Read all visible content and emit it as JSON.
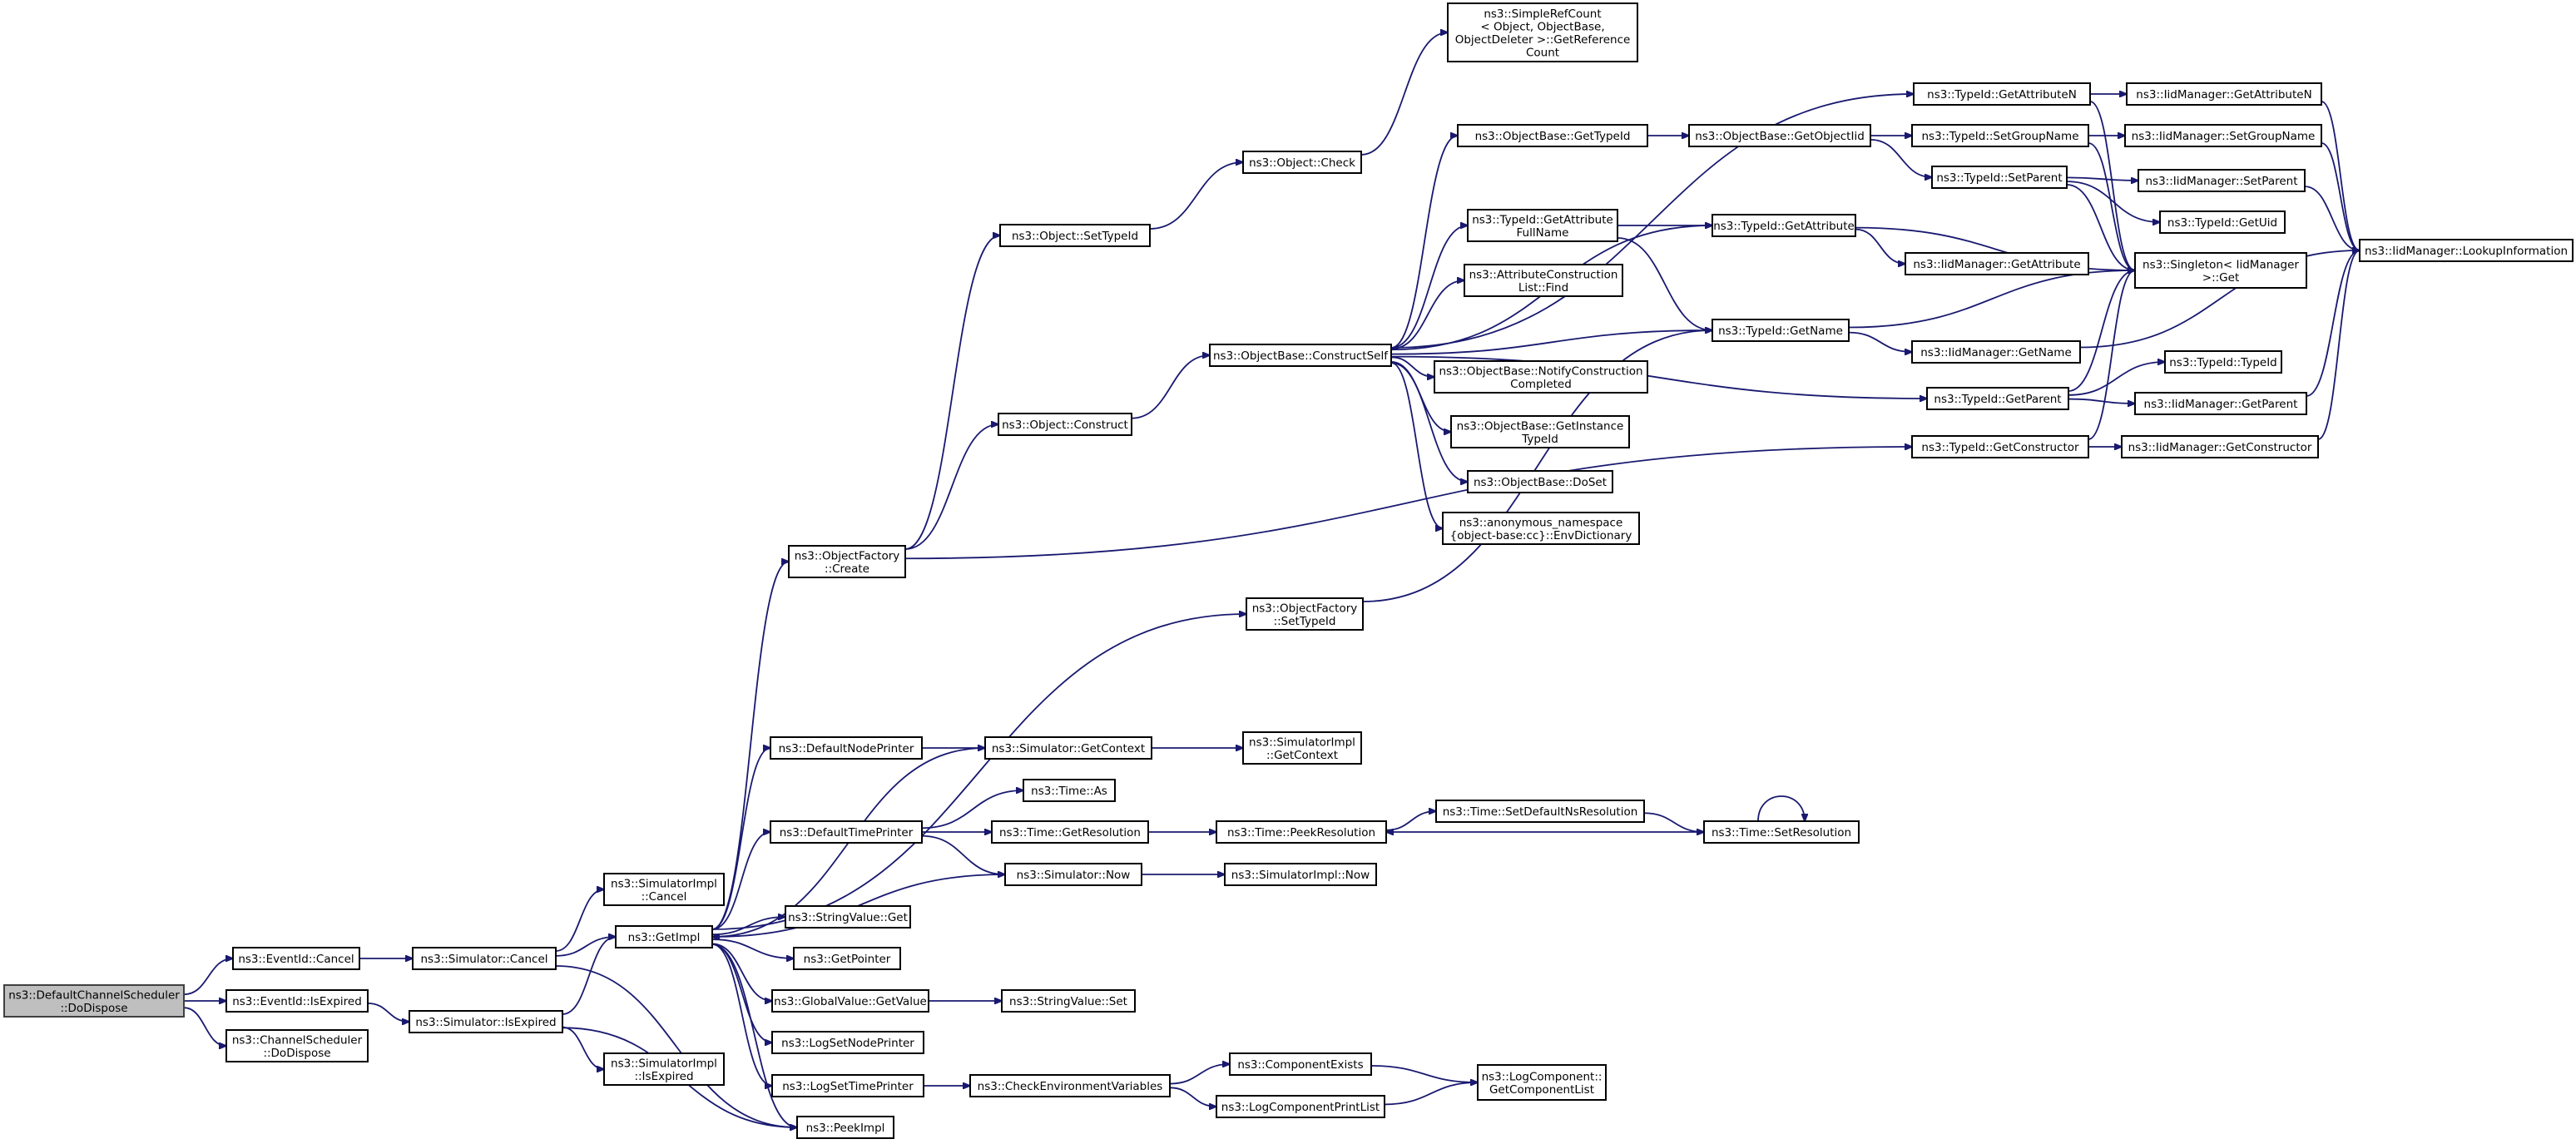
{
  "diagram": {
    "type": "call-graph",
    "colors": {
      "edge": "#191970",
      "node_border": "#000000",
      "root_fill": "#bfbfbf",
      "node_fill": "#ffffff"
    },
    "nodes": [
      {
        "id": "root",
        "lines": [
          "ns3::DefaultChannelScheduler",
          "::DoDispose"
        ],
        "root": true
      },
      {
        "id": "eventid_cancel",
        "lines": [
          "ns3::EventId::Cancel"
        ]
      },
      {
        "id": "eventid_isexpired",
        "lines": [
          "ns3::EventId::IsExpired"
        ]
      },
      {
        "id": "chsched_dodispose",
        "lines": [
          "ns3::ChannelScheduler",
          "::DoDispose"
        ]
      },
      {
        "id": "sim_cancel",
        "lines": [
          "ns3::Simulator::Cancel"
        ]
      },
      {
        "id": "sim_isexpired",
        "lines": [
          "ns3::Simulator::IsExpired"
        ]
      },
      {
        "id": "simimpl_cancel",
        "lines": [
          "ns3::SimulatorImpl",
          "::Cancel"
        ]
      },
      {
        "id": "getimpl",
        "lines": [
          "ns3::GetImpl"
        ]
      },
      {
        "id": "simimpl_isexpired",
        "lines": [
          "ns3::SimulatorImpl",
          "::IsExpired"
        ]
      },
      {
        "id": "peekimpl",
        "lines": [
          "ns3::PeekImpl"
        ]
      },
      {
        "id": "objfactory_create",
        "lines": [
          "ns3::ObjectFactory",
          "::Create"
        ]
      },
      {
        "id": "defaultnodeprinter",
        "lines": [
          "ns3::DefaultNodePrinter"
        ]
      },
      {
        "id": "defaulttimeprinter",
        "lines": [
          "ns3::DefaultTimePrinter"
        ]
      },
      {
        "id": "stringvalue_get",
        "lines": [
          "ns3::StringValue::Get"
        ]
      },
      {
        "id": "getpointer",
        "lines": [
          "ns3::GetPointer"
        ]
      },
      {
        "id": "globalvalue_getvalue",
        "lines": [
          "ns3::GlobalValue::GetValue"
        ]
      },
      {
        "id": "logsetnodeprinter",
        "lines": [
          "ns3::LogSetNodePrinter"
        ]
      },
      {
        "id": "logsettimeprinter",
        "lines": [
          "ns3::LogSetTimePrinter"
        ]
      },
      {
        "id": "object_settypeid",
        "lines": [
          "ns3::Object::SetTypeId"
        ]
      },
      {
        "id": "object_construct",
        "lines": [
          "ns3::Object::Construct"
        ]
      },
      {
        "id": "object_check",
        "lines": [
          "ns3::Object::Check"
        ]
      },
      {
        "id": "simplerefcount",
        "lines": [
          "ns3::SimpleRefCount",
          "< Object, ObjectBase,",
          "ObjectDeleter >::GetReference",
          "Count"
        ]
      },
      {
        "id": "objectbase_constructself",
        "lines": [
          "ns3::ObjectBase::ConstructSelf"
        ]
      },
      {
        "id": "objfactory_settypeid",
        "lines": [
          "ns3::ObjectFactory",
          "::SetTypeId"
        ]
      },
      {
        "id": "sim_getcontext",
        "lines": [
          "ns3::Simulator::GetContext"
        ]
      },
      {
        "id": "simimpl_getcontext",
        "lines": [
          "ns3::SimulatorImpl",
          "::GetContext"
        ]
      },
      {
        "id": "time_as",
        "lines": [
          "ns3::Time::As"
        ]
      },
      {
        "id": "time_getresolution",
        "lines": [
          "ns3::Time::GetResolution"
        ]
      },
      {
        "id": "sim_now",
        "lines": [
          "ns3::Simulator::Now"
        ]
      },
      {
        "id": "simimpl_now",
        "lines": [
          "ns3::SimulatorImpl::Now"
        ]
      },
      {
        "id": "time_peekresolution",
        "lines": [
          "ns3::Time::PeekResolution"
        ]
      },
      {
        "id": "time_setdefaultnsres",
        "lines": [
          "ns3::Time::SetDefaultNsResolution"
        ]
      },
      {
        "id": "time_setresolution",
        "lines": [
          "ns3::Time::SetResolution"
        ]
      },
      {
        "id": "stringvalue_set",
        "lines": [
          "ns3::StringValue::Set"
        ]
      },
      {
        "id": "checkenvvars",
        "lines": [
          "ns3::CheckEnvironmentVariables"
        ]
      },
      {
        "id": "componentexists",
        "lines": [
          "ns3::ComponentExists"
        ]
      },
      {
        "id": "logcomponentprintlist",
        "lines": [
          "ns3::LogComponentPrintList"
        ]
      },
      {
        "id": "logcomponent_getlist",
        "lines": [
          "ns3::LogComponent::",
          "GetComponentList"
        ]
      },
      {
        "id": "objectbase_gettypeid",
        "lines": [
          "ns3::ObjectBase::GetTypeId"
        ]
      },
      {
        "id": "typeid_getattributefullname",
        "lines": [
          "ns3::TypeId::GetAttribute",
          "FullName"
        ]
      },
      {
        "id": "attrconstructionlist_find",
        "lines": [
          "ns3::AttributeConstruction",
          "List::Find"
        ]
      },
      {
        "id": "objectbase_notify",
        "lines": [
          "ns3::ObjectBase::NotifyConstruction",
          "Completed"
        ]
      },
      {
        "id": "objectbase_getinstancetypeid",
        "lines": [
          "ns3::ObjectBase::GetInstance",
          "TypeId"
        ]
      },
      {
        "id": "objectbase_doset",
        "lines": [
          "ns3::ObjectBase::DoSet"
        ]
      },
      {
        "id": "anon_envdictionary",
        "lines": [
          "ns3::anonymous_namespace",
          "{object-base:cc}::EnvDictionary"
        ]
      },
      {
        "id": "objectbase_getobjectiid",
        "lines": [
          "ns3::ObjectBase::GetObjectIid"
        ]
      },
      {
        "id": "typeid_getattribute",
        "lines": [
          "ns3::TypeId::GetAttribute"
        ]
      },
      {
        "id": "typeid_getname",
        "lines": [
          "ns3::TypeId::GetName"
        ]
      },
      {
        "id": "typeid_getattributen",
        "lines": [
          "ns3::TypeId::GetAttributeN"
        ]
      },
      {
        "id": "typeid_setgroupname",
        "lines": [
          "ns3::TypeId::SetGroupName"
        ]
      },
      {
        "id": "typeid_setparent",
        "lines": [
          "ns3::TypeId::SetParent"
        ]
      },
      {
        "id": "iid_getattribute",
        "lines": [
          "ns3::IidManager::GetAttribute"
        ]
      },
      {
        "id": "iid_getname",
        "lines": [
          "ns3::IidManager::GetName"
        ]
      },
      {
        "id": "typeid_getparent",
        "lines": [
          "ns3::TypeId::GetParent"
        ]
      },
      {
        "id": "typeid_getconstructor",
        "lines": [
          "ns3::TypeId::GetConstructor"
        ]
      },
      {
        "id": "iid_getattributen",
        "lines": [
          "ns3::IidManager::GetAttributeN"
        ]
      },
      {
        "id": "iid_setgroupname",
        "lines": [
          "ns3::IidManager::SetGroupName"
        ]
      },
      {
        "id": "iid_setparent",
        "lines": [
          "ns3::IidManager::SetParent"
        ]
      },
      {
        "id": "typeid_getuid",
        "lines": [
          "ns3::TypeId::GetUid"
        ]
      },
      {
        "id": "singleton_get",
        "lines": [
          "ns3::Singleton< IidManager",
          " >::Get"
        ]
      },
      {
        "id": "typeid_typeid",
        "lines": [
          "ns3::TypeId::TypeId"
        ]
      },
      {
        "id": "iid_getparent",
        "lines": [
          "ns3::IidManager::GetParent"
        ]
      },
      {
        "id": "iid_getconstructor",
        "lines": [
          "ns3::IidManager::GetConstructor"
        ]
      },
      {
        "id": "iid_lookupinformation",
        "lines": [
          "ns3::IidManager::LookupInformation"
        ]
      }
    ],
    "edges": [
      [
        "root",
        "eventid_cancel"
      ],
      [
        "root",
        "eventid_isexpired"
      ],
      [
        "root",
        "chsched_dodispose"
      ],
      [
        "eventid_cancel",
        "sim_cancel"
      ],
      [
        "eventid_isexpired",
        "sim_isexpired"
      ],
      [
        "sim_cancel",
        "simimpl_cancel"
      ],
      [
        "sim_cancel",
        "getimpl"
      ],
      [
        "sim_cancel",
        "peekimpl"
      ],
      [
        "sim_isexpired",
        "getimpl"
      ],
      [
        "sim_isexpired",
        "simimpl_isexpired"
      ],
      [
        "sim_isexpired",
        "peekimpl"
      ],
      [
        "getimpl",
        "objfactory_create"
      ],
      [
        "getimpl",
        "defaultnodeprinter"
      ],
      [
        "getimpl",
        "defaulttimeprinter"
      ],
      [
        "getimpl",
        "stringvalue_get"
      ],
      [
        "getimpl",
        "getpointer"
      ],
      [
        "getimpl",
        "globalvalue_getvalue"
      ],
      [
        "getimpl",
        "logsetnodeprinter"
      ],
      [
        "getimpl",
        "logsettimeprinter"
      ],
      [
        "getimpl",
        "peekimpl"
      ],
      [
        "getimpl",
        "objfactory_settypeid"
      ],
      [
        "objfactory_create",
        "object_settypeid"
      ],
      [
        "objfactory_create",
        "object_construct"
      ],
      [
        "objfactory_create",
        "typeid_getconstructor"
      ],
      [
        "object_settypeid",
        "object_check"
      ],
      [
        "object_check",
        "simplerefcount"
      ],
      [
        "object_construct",
        "objectbase_constructself"
      ],
      [
        "objectbase_constructself",
        "objectbase_gettypeid"
      ],
      [
        "objectbase_constructself",
        "typeid_getattributefullname"
      ],
      [
        "objectbase_constructself",
        "attrconstructionlist_find"
      ],
      [
        "objectbase_constructself",
        "objectbase_notify"
      ],
      [
        "objectbase_constructself",
        "objectbase_getinstancetypeid"
      ],
      [
        "objectbase_constructself",
        "objectbase_doset"
      ],
      [
        "objectbase_constructself",
        "anon_envdictionary"
      ],
      [
        "objectbase_constructself",
        "typeid_getattribute"
      ],
      [
        "objectbase_constructself",
        "typeid_getname"
      ],
      [
        "objectbase_constructself",
        "typeid_getattributen"
      ],
      [
        "objectbase_constructself",
        "typeid_getparent"
      ],
      [
        "objectbase_gettypeid",
        "objectbase_getobjectiid"
      ],
      [
        "objectbase_getobjectiid",
        "typeid_setgroupname"
      ],
      [
        "objectbase_getobjectiid",
        "typeid_setparent"
      ],
      [
        "typeid_getattributefullname",
        "typeid_getattribute"
      ],
      [
        "typeid_getattributefullname",
        "typeid_getname"
      ],
      [
        "typeid_getattribute",
        "iid_getattribute"
      ],
      [
        "typeid_getattribute",
        "singleton_get"
      ],
      [
        "typeid_getname",
        "iid_getname"
      ],
      [
        "typeid_getname",
        "singleton_get"
      ],
      [
        "typeid_getattributen",
        "iid_getattributen"
      ],
      [
        "typeid_getattributen",
        "singleton_get"
      ],
      [
        "typeid_setgroupname",
        "iid_setgroupname"
      ],
      [
        "typeid_setgroupname",
        "singleton_get"
      ],
      [
        "typeid_setparent",
        "iid_setparent"
      ],
      [
        "typeid_setparent",
        "typeid_getuid"
      ],
      [
        "typeid_setparent",
        "singleton_get"
      ],
      [
        "typeid_getparent",
        "typeid_typeid"
      ],
      [
        "typeid_getparent",
        "iid_getparent"
      ],
      [
        "typeid_getparent",
        "singleton_get"
      ],
      [
        "typeid_getconstructor",
        "iid_getconstructor"
      ],
      [
        "typeid_getconstructor",
        "singleton_get"
      ],
      [
        "iid_getattributen",
        "iid_lookupinformation"
      ],
      [
        "iid_setgroupname",
        "iid_lookupinformation"
      ],
      [
        "iid_setparent",
        "iid_lookupinformation"
      ],
      [
        "iid_getname",
        "iid_lookupinformation"
      ],
      [
        "iid_getparent",
        "iid_lookupinformation"
      ],
      [
        "iid_getconstructor",
        "iid_lookupinformation"
      ],
      [
        "objfactory_settypeid",
        "typeid_getname"
      ],
      [
        "defaultnodeprinter",
        "sim_getcontext"
      ],
      [
        "sim_getcontext",
        "getimpl"
      ],
      [
        "sim_getcontext",
        "simimpl_getcontext"
      ],
      [
        "defaulttimeprinter",
        "time_as"
      ],
      [
        "defaulttimeprinter",
        "time_getresolution"
      ],
      [
        "defaulttimeprinter",
        "sim_now"
      ],
      [
        "time_getresolution",
        "time_peekresolution"
      ],
      [
        "sim_now",
        "getimpl"
      ],
      [
        "sim_now",
        "simimpl_now"
      ],
      [
        "time_setdefaultnsres",
        "time_setresolution"
      ],
      [
        "time_setresolution",
        "time_peekresolution"
      ],
      [
        "time_setresolution",
        "time_setresolution"
      ],
      [
        "time_peekresolution",
        "time_setdefaultnsres"
      ],
      [
        "globalvalue_getvalue",
        "stringvalue_set"
      ],
      [
        "logsettimeprinter",
        "checkenvvars"
      ],
      [
        "checkenvvars",
        "componentexists"
      ],
      [
        "checkenvvars",
        "logcomponentprintlist"
      ],
      [
        "componentexists",
        "logcomponent_getlist"
      ],
      [
        "logcomponentprintlist",
        "logcomponent_getlist"
      ]
    ]
  }
}
